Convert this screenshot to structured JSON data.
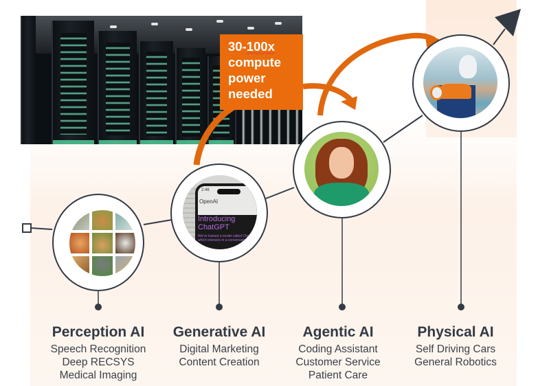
{
  "callout": {
    "lines": [
      "30-100x",
      "compute",
      "power",
      "needed"
    ]
  },
  "stages": [
    {
      "title": "Perception AI",
      "examples": [
        "Speech Recognition",
        "Deep RECSYS",
        "Medical Imaging"
      ],
      "image": "pets-grid"
    },
    {
      "title": "Generative AI",
      "examples": [
        "Digital Marketing",
        "Content Creation"
      ],
      "image": "chatgpt-phone",
      "image_text": {
        "time": "2:46",
        "brand": "OpenAI",
        "headline": "Introducing ChatGPT",
        "body": "We've trained a model called ChatGPT which interacts in a conversational way"
      }
    },
    {
      "title": "Agentic AI",
      "examples": [
        "Coding Assistant",
        "Customer Service",
        "Patient Care"
      ],
      "image": "woman-avatar"
    },
    {
      "title": "Physical AI",
      "examples": [
        "Self Driving Cars",
        "General Robotics"
      ],
      "image": "humanoid-robot"
    }
  ],
  "colors": {
    "accent_orange": "#ea6c0c",
    "line_dark": "#333a44",
    "background_peach": "#fdf1e8"
  }
}
